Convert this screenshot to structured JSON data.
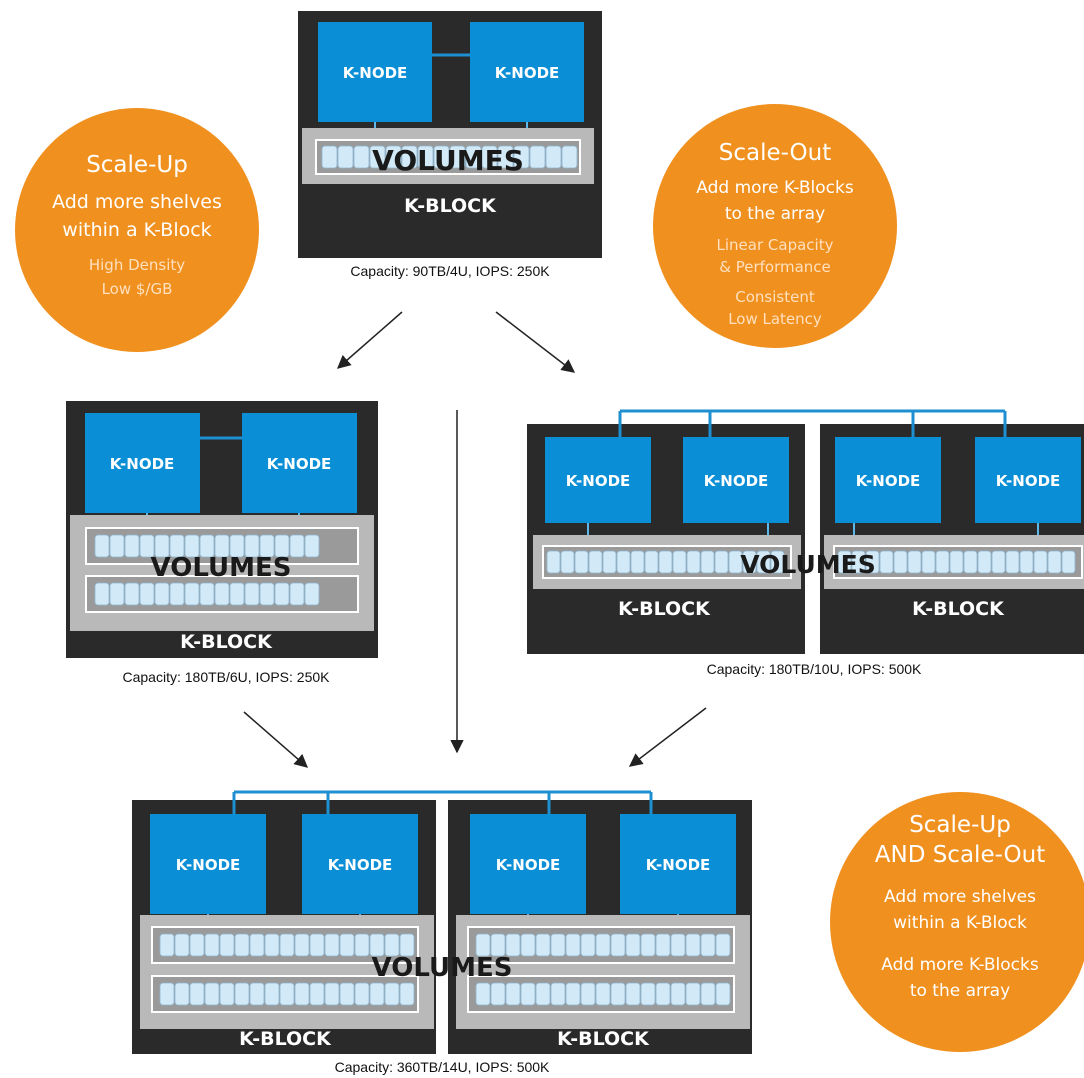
{
  "colors": {
    "block_bg": "#2a2a2a",
    "node_blue": "#0a8fd6",
    "connector_blue": "#1e8fd0",
    "shelf_gray": "#b9b9b9",
    "disk_blue": "#d2e9f7",
    "bubble_orange": "#f0901e",
    "arrow": "#222222"
  },
  "labels": {
    "node": "K-NODE",
    "block": "K-BLOCK",
    "volumes": "VOLUMES"
  },
  "capacities": {
    "c1": "Capacity: 90TB/4U, IOPS: 250K",
    "c2": "Capacity: 180TB/6U, IOPS: 250K",
    "c3": "Capacity: 180TB/10U, IOPS: 500K",
    "c4": "Capacity: 360TB/14U, IOPS: 500K"
  },
  "bubbles": {
    "scale_up": {
      "title": "Scale-Up",
      "lines": [
        "Add more shelves",
        "within a K-Block"
      ],
      "sub": [
        "High Density",
        "Low $/GB"
      ]
    },
    "scale_out": {
      "title": "Scale-Out",
      "lines": [
        "Add more K-Blocks",
        "to the array"
      ],
      "sub": [
        "Linear Capacity",
        "& Performance",
        "Consistent",
        "Low Latency"
      ]
    },
    "both": {
      "title": [
        "Scale-Up",
        "AND Scale-Out"
      ],
      "lines": [
        "Add more shelves",
        "within a K-Block",
        "Add more K-Blocks",
        "to the array"
      ]
    }
  }
}
